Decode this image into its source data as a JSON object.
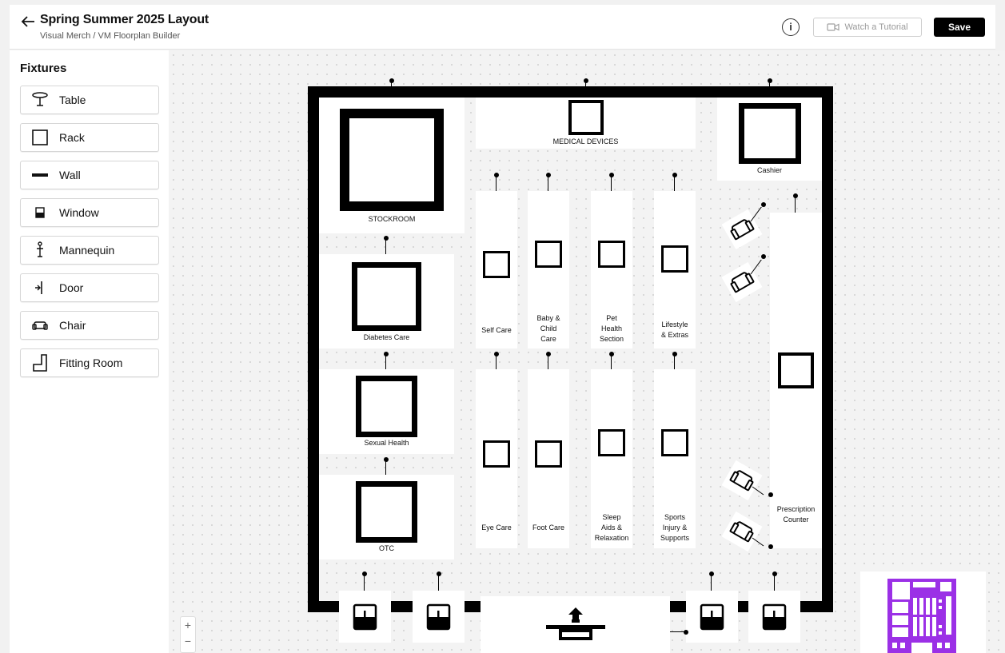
{
  "header": {
    "title": "Spring Summer 2025 Layout",
    "breadcrumb": "Visual Merch / VM Floorplan Builder",
    "info_symbol": "i",
    "tutorial_label": "Watch a  Tutorial",
    "save_label": "Save"
  },
  "sidebar": {
    "heading": "Fixtures",
    "items": [
      {
        "label": "Table",
        "icon": "table-icon"
      },
      {
        "label": "Rack",
        "icon": "rack-icon"
      },
      {
        "label": "Wall",
        "icon": "wall-icon"
      },
      {
        "label": "Window",
        "icon": "window-icon"
      },
      {
        "label": "Mannequin",
        "icon": "mannequin-icon"
      },
      {
        "label": "Door",
        "icon": "door-icon"
      },
      {
        "label": "Chair",
        "icon": "chair-icon"
      },
      {
        "label": "Fitting Room",
        "icon": "fitting-room-icon"
      }
    ]
  },
  "floorplan": {
    "zones": {
      "stockroom": "STOCKROOM",
      "medical_devices": "MEDICAL DEVICES",
      "cashier": "Cashier",
      "diabetes_care": "Diabetes Care",
      "sexual_health": "Sexual Health",
      "otc": "OTC",
      "self_care": "Self Care",
      "baby_child_care": [
        "Baby &",
        "Child",
        "Care"
      ],
      "pet_health": [
        "Pet",
        "Health",
        "Section"
      ],
      "lifestyle": [
        "Lifestyle",
        "& Extras"
      ],
      "eye_care": "Eye Care",
      "foot_care": "Foot Care",
      "sleep_aids": [
        "Sleep",
        "Aids &",
        "Relaxation"
      ],
      "sports_injury": [
        "Sports",
        "Injury &",
        "Supports"
      ],
      "prescription_counter": [
        "Prescription",
        "Counter"
      ]
    }
  },
  "zoom": {
    "in": "+",
    "out": "−"
  },
  "colors": {
    "accent": "#000000",
    "minimap": "#9b30e6"
  }
}
